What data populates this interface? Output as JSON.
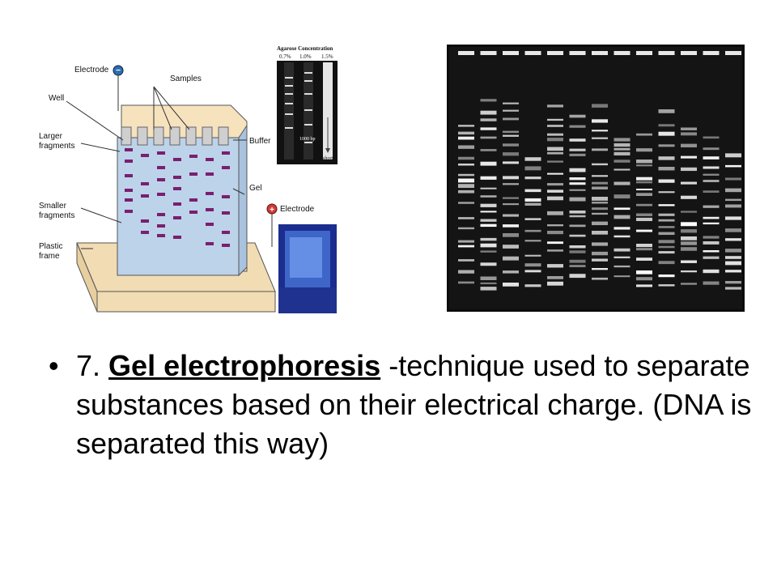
{
  "diagram": {
    "labels": {
      "electrode_top": "Electrode",
      "samples": "Samples",
      "well": "Well",
      "larger_fragments_1": "Larger",
      "larger_fragments_2": "fragments",
      "buffer": "Buffer",
      "gel": "Gel",
      "electrode_bottom": "Electrode",
      "smaller_fragments_1": "Smaller",
      "smaller_fragments_2": "fragments",
      "plastic_frame_1": "Plastic",
      "plastic_frame_2": "frame"
    },
    "inset": {
      "title": "Agarose Concentration",
      "concentrations": [
        "0.7%",
        "1.0%",
        "1.5%"
      ],
      "marker": "1000 bp",
      "direction": "shorter"
    }
  },
  "bullet": {
    "number": "7.",
    "term": "Gel electrophoresis",
    "rest_line": "-technique used to separate substances based on their electrical charge. (DNA is separated this way)"
  }
}
